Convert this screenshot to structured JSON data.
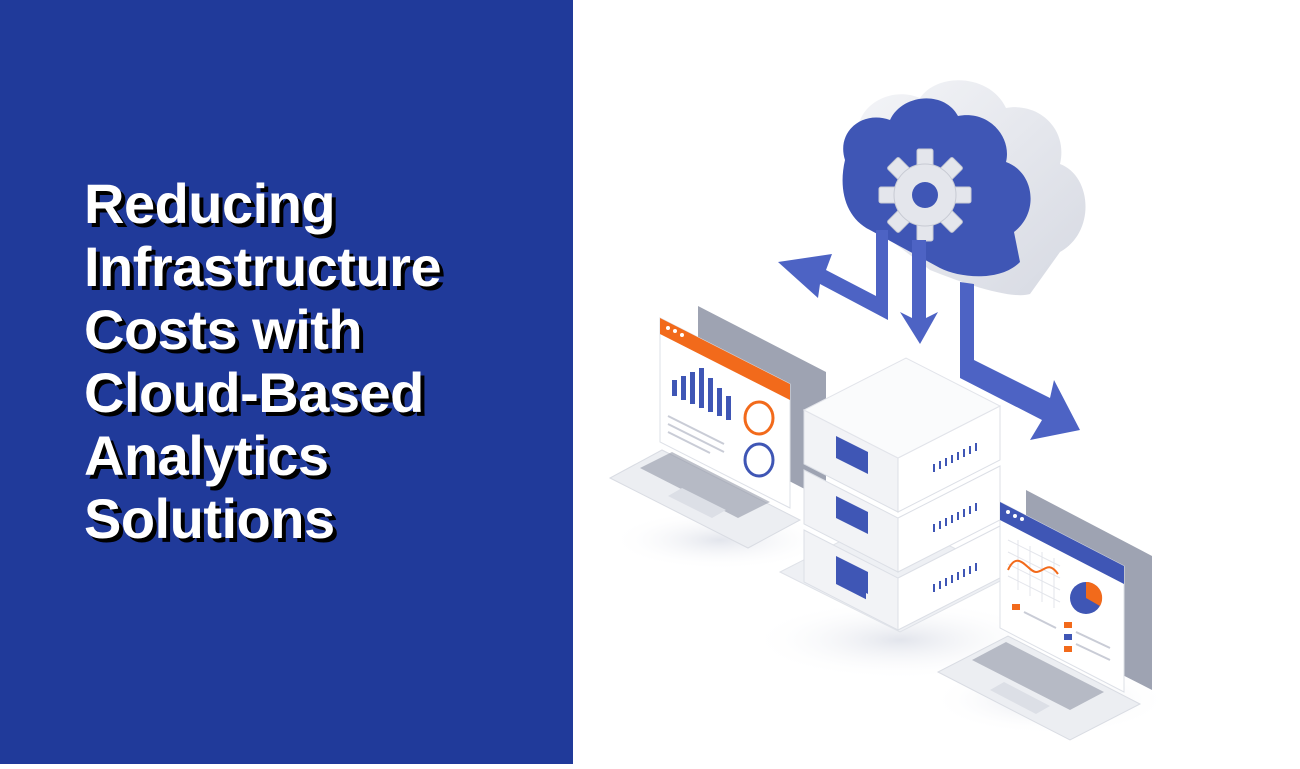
{
  "headline": {
    "lines": [
      "Reducing",
      "Infrastructure",
      "Costs with",
      "Cloud-Based",
      "Analytics",
      "Solutions"
    ]
  },
  "colors": {
    "panel": "#203a9a",
    "accent_blue": "#3b54b8",
    "accent_orange": "#f26a1b",
    "background": "#ffffff"
  },
  "illustration": {
    "icons": [
      "cloud-gear-icon",
      "server-stack-icon",
      "laptop-bar-chart-icon",
      "laptop-line-chart-icon",
      "arrow-icon"
    ]
  }
}
